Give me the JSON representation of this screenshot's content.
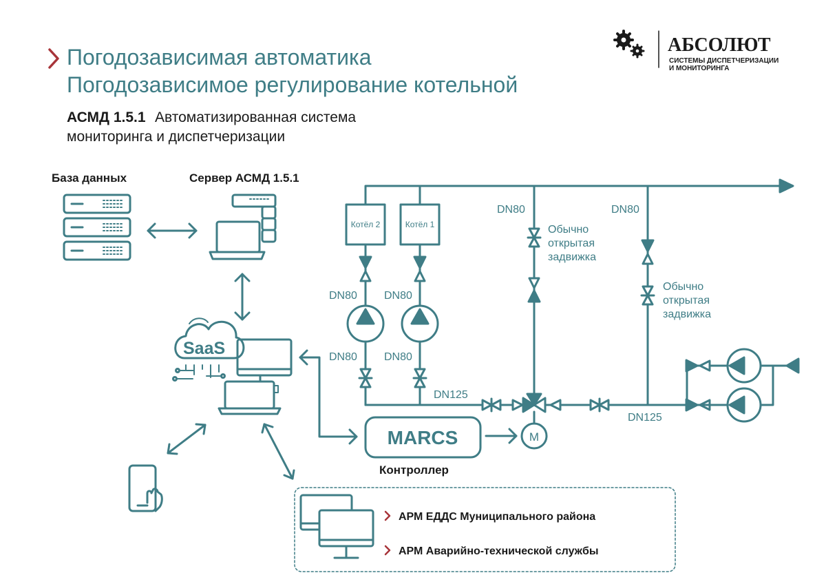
{
  "header": {
    "title_line1": "Погодозависимая автоматика",
    "title_line2": "Погодозависимое регулирование котельной",
    "subtitle_bold": "АСМД 1.5.1",
    "subtitle_line1": "Автоматизированная система",
    "subtitle_line2": "мониторинга и диспетчеризации"
  },
  "logo": {
    "name": "АБСОЛЮТ",
    "tagline_line1": "СИСТЕМЫ ДИСПЕТЧЕРИЗАЦИИ",
    "tagline_line2": "И МОНИТОРИНГА",
    "icon": "gears-icon"
  },
  "it": {
    "database_label": "База данных",
    "server_label": "Сервер АСМД 1.5.1",
    "cloud_label": "SaaS",
    "controller_name": "MARCS",
    "controller_label": "Контроллер",
    "motor_label": "M"
  },
  "hydraulics": {
    "boiler2": "Котёл 2",
    "boiler1": "Котёл 1",
    "dn80": "DN80",
    "dn125": "DN125",
    "valve_line1": "Обычно",
    "valve_line2": "открытая",
    "valve_line3": "задвижка"
  },
  "workstations": {
    "items": [
      {
        "label": "АРМ ЕДДС Муниципального района"
      },
      {
        "label": "АРМ Аварийно-технической службы"
      }
    ]
  },
  "colors": {
    "teal": "#3f7d86",
    "accent_red": "#a8353a",
    "text": "#1a1a1a"
  }
}
